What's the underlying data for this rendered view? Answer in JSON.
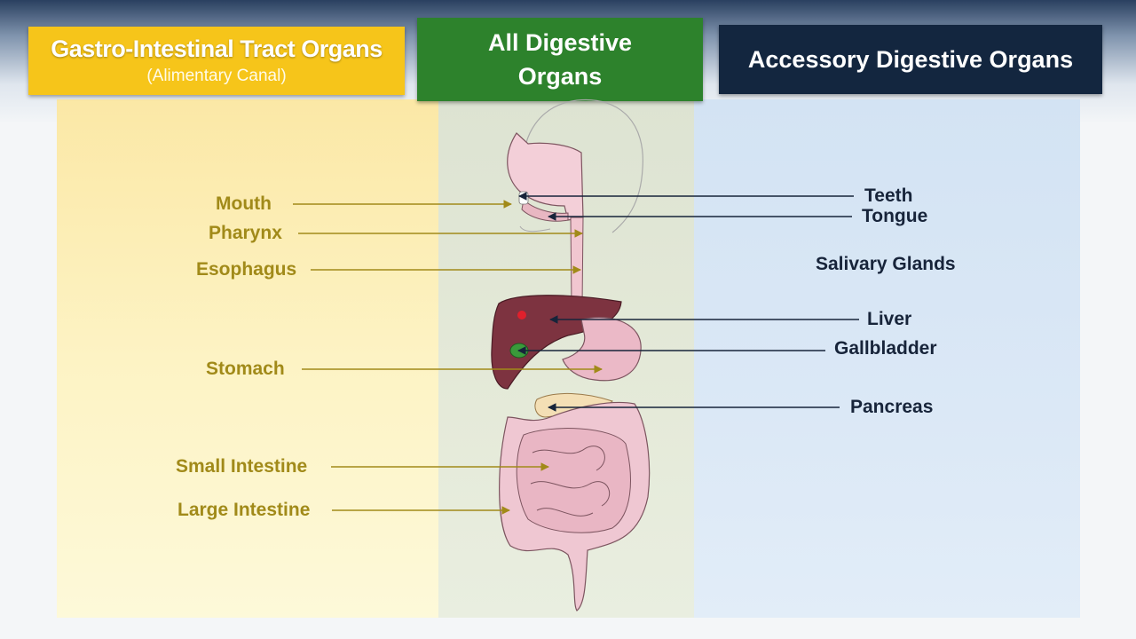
{
  "headers": {
    "gi_title": "Gastro-Intestinal Tract Organs",
    "gi_subtitle": "(Alimentary Canal)",
    "all_line1": "All Digestive",
    "all_line2": "Organs",
    "accessory_title": "Accessory Digestive Organs"
  },
  "gi_organs": [
    "Mouth",
    "Pharynx",
    "Esophagus",
    "Stomach",
    "Small Intestine",
    "Large Intestine"
  ],
  "accessory_organs": [
    "Teeth",
    "Tongue",
    "Salivary Glands",
    "Liver",
    "Gallbladder",
    "Pancreas"
  ],
  "colors": {
    "gi_header": "#f6c51a",
    "all_header": "#2d822c",
    "accessory_header": "#13263f",
    "gi_label": "#a18a19",
    "accessory_label": "#17243a"
  }
}
